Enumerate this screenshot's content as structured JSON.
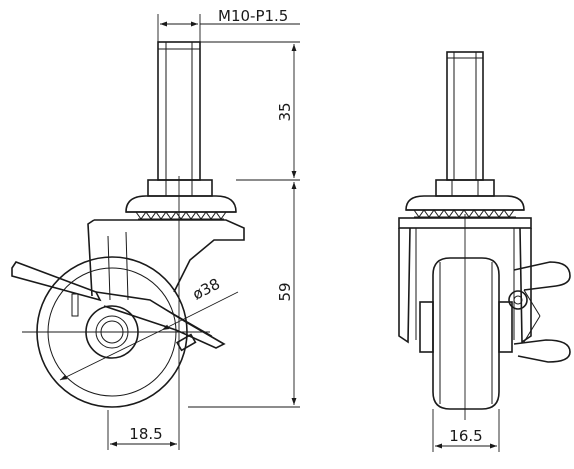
{
  "labels": {
    "thread": "M10-P1.5",
    "stem_length": "35",
    "height": "59",
    "wheel_diameter": "ø38",
    "offset": "18.5",
    "wheel_width": "16.5"
  }
}
